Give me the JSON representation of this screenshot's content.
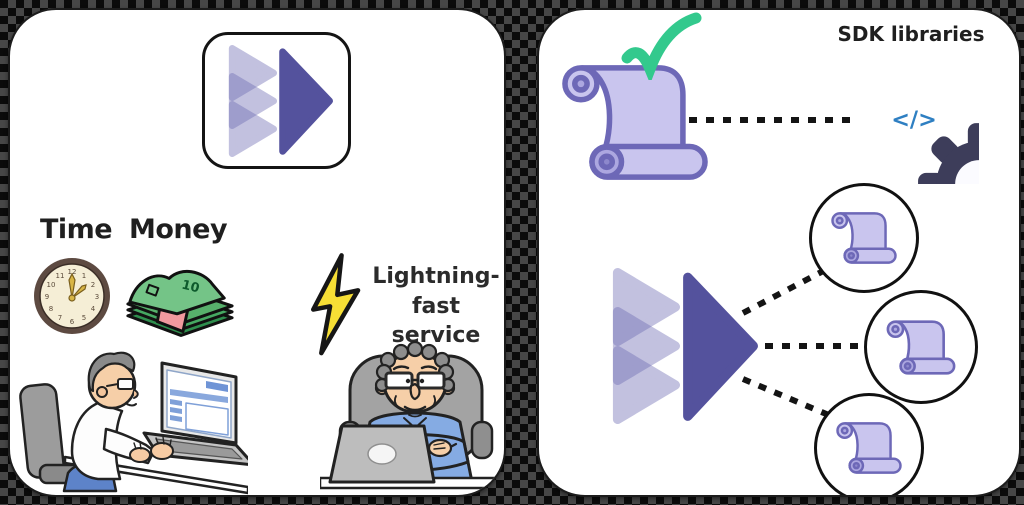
{
  "left_panel": {
    "time_label": "Time",
    "money_label": "Money",
    "service_label_line1": "Lightning-fast",
    "service_label_line2": "service",
    "bill_value": "10",
    "clock_numerals": [
      "12",
      "1",
      "2",
      "3",
      "4",
      "5",
      "6",
      "7",
      "8",
      "9",
      "10",
      "11"
    ],
    "icons": [
      "layered-triangles-logo",
      "clock-icon",
      "money-stack-icon",
      "lightning-bolt-icon",
      "person-typing-illustration",
      "person-arms-crossed-illustration"
    ]
  },
  "right_panel": {
    "sdk_label": "SDK libraries",
    "code_glyph": "</>",
    "icons": [
      "scroll-icon",
      "green-checkmark-icon",
      "gear-code-icon",
      "layered-triangles-logo",
      "scroll-node-icon",
      "dotted-connector-lines"
    ]
  },
  "colors": {
    "logo_solid": "#54529d",
    "logo_light": "#6f6db4",
    "scroll_fill": "#c9c5ee",
    "scroll_stroke": "#6d68b7",
    "scroll_roll": "#aca7e0",
    "check_green": "#33c98d",
    "gear_navy": "#3d3d5a",
    "code_blue": "#2e7fc2",
    "bolt_yellow": "#f7df35",
    "money_green": "#5cb877",
    "band_pink": "#f19a9e",
    "text_dark": "#1f1f1f"
  }
}
